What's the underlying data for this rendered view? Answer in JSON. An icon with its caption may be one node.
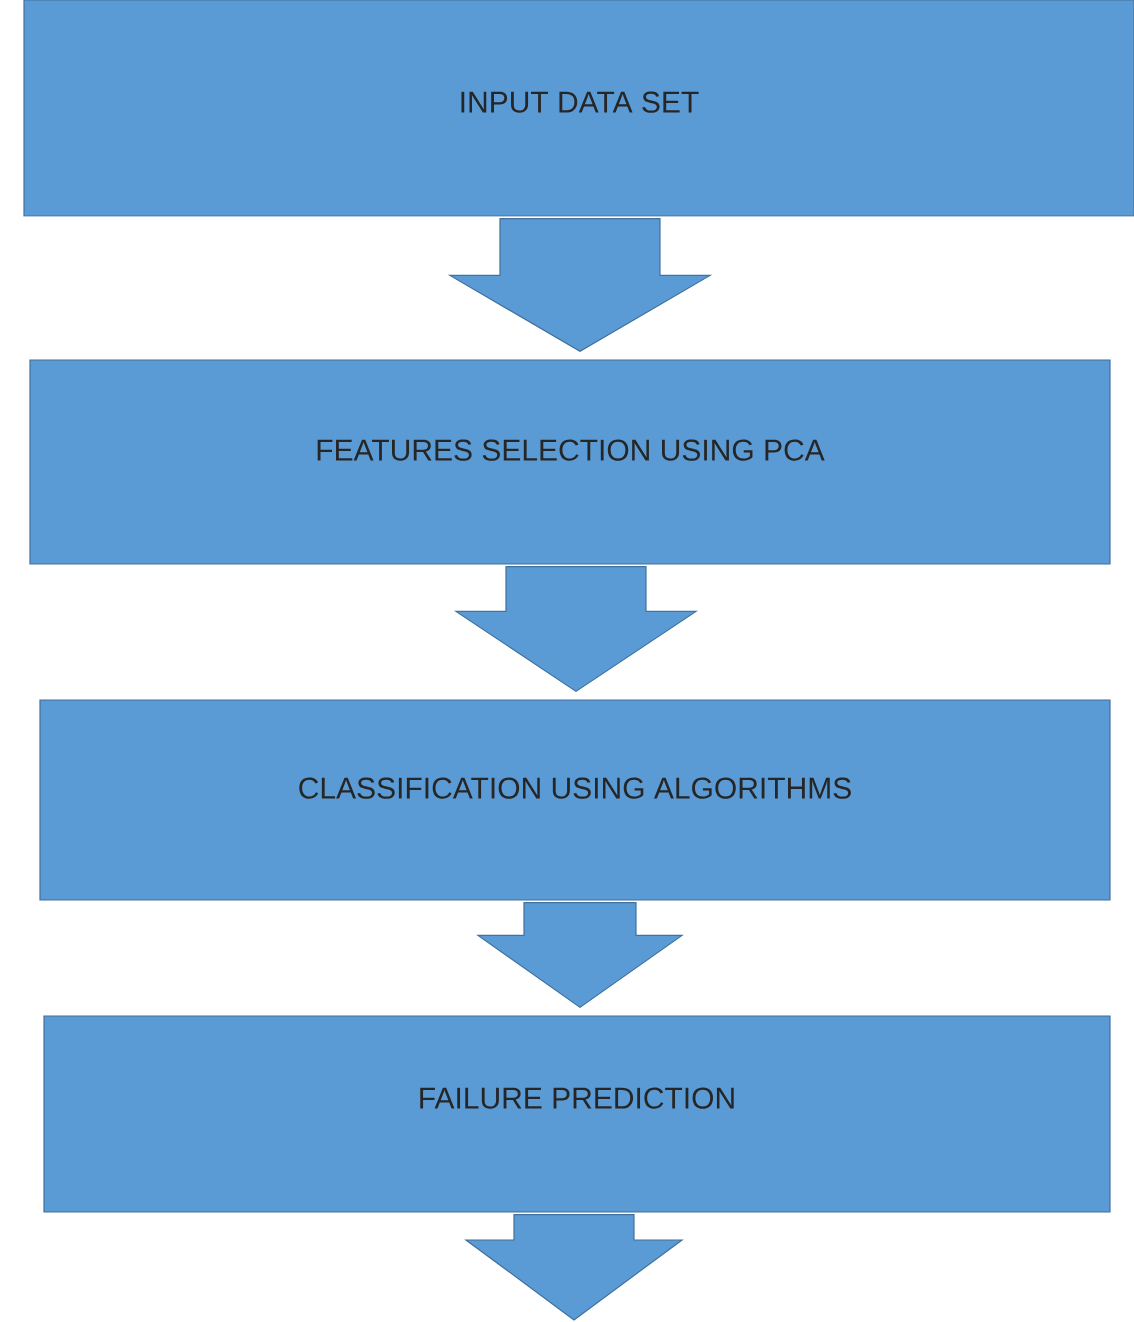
{
  "diagram": {
    "nodes": [
      {
        "text": [
          "INPUT DATA SET"
        ]
      },
      {
        "text": [
          "FEATURES SELECTION USING PCA"
        ]
      },
      {
        "text": [
          "CLASSIFICATION USING ALGORITHMS"
        ]
      },
      {
        "text": [
          "FAILURE PREDICTION"
        ]
      }
    ],
    "edges": [
      {
        "from": 0,
        "to": 1,
        "arrow": "to"
      },
      {
        "from": 1,
        "to": 2,
        "arrow": "to"
      },
      {
        "from": 2,
        "to": 3,
        "arrow": "to"
      },
      {
        "from": 3,
        "to": null,
        "arrow": "to"
      }
    ]
  }
}
